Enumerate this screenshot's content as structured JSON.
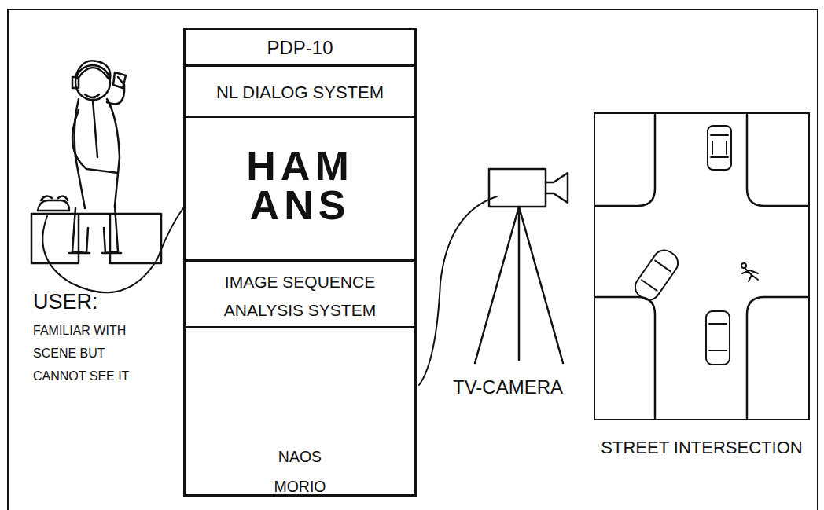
{
  "diagram": {
    "nodes": [
      {
        "text": [
          "PDP-10"
        ]
      },
      {
        "text": [
          "NL DIALOG SYSTEM"
        ]
      },
      {
        "text": [
          "HAM ANS"
        ]
      },
      {
        "text": [
          "IMAGE SEQUENCE ANALYSIS SYSTEM"
        ]
      },
      {
        "text": [
          "NAOS MORIO"
        ]
      },
      {
        "text": [
          "STREET INTERSECTION"
        ]
      }
    ],
    "labels": [
      "USER:",
      "FAMILIAR WITH SCENE BUT CANNOT SEE IT",
      "TV-CAMERA"
    ]
  }
}
